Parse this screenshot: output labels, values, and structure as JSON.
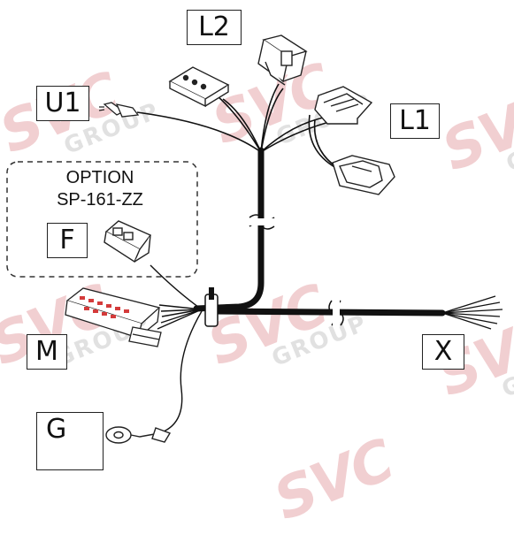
{
  "labels": {
    "l2": "L2",
    "u1": "U1",
    "l1": "L1",
    "f": "F",
    "m": "M",
    "x": "X",
    "g": "G"
  },
  "option": {
    "line1": "OPTION",
    "line2": "SP-161-ZZ"
  },
  "watermark": {
    "brand": "SVC",
    "group": "GROUP",
    "color": "#e7a8ad"
  },
  "colors": {
    "wire": "#111111",
    "connector_fill": "#ffffff",
    "connector_stroke": "#222222",
    "pin_red": "#d43b3b"
  }
}
